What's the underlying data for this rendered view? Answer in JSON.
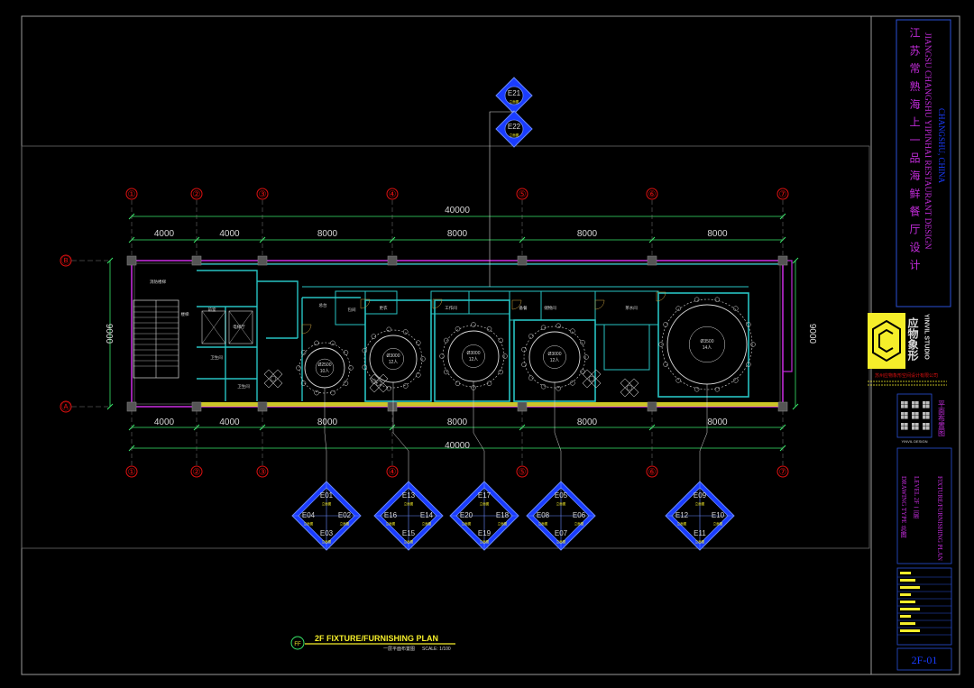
{
  "drawing": {
    "grid_cols": [
      "①",
      "②",
      "③",
      "④",
      "⑤",
      "⑥",
      "⑦"
    ],
    "grid_rows": [
      "Ⓑ",
      "Ⓐ"
    ],
    "overall_dim": "40000",
    "bay_dims": [
      "4000",
      "4000",
      "8000",
      "8000",
      "8000",
      "8000"
    ],
    "depth_dim": "9000",
    "plan_title": "2F  FIXTURE/FURNISHING PLAN",
    "plan_subtitle": "一层平面布置图",
    "plan_scale": "SCALE: 1/100",
    "plan_marker": "FF",
    "rooms": [
      "消防楼梯",
      "前室",
      "电梯厅",
      "卫生间",
      "包间",
      "更衣",
      "工作间",
      "备餐",
      "储物间",
      "茶水间",
      "总台",
      "楼梯",
      "卫生间"
    ],
    "tables": [
      {
        "label": "Ø2500",
        "seats": "10人"
      },
      {
        "label": "Ø3000",
        "seats": "12人"
      },
      {
        "label": "Ø3000",
        "seats": "12人"
      },
      {
        "label": "Ø3000",
        "seats": "12人"
      },
      {
        "label": "Ø3500",
        "seats": "14人"
      }
    ],
    "elev_top": [
      "E21",
      "E22"
    ],
    "elev_groups": [
      {
        "top": "E01",
        "left": "E04",
        "right": "E02",
        "bottom": "E03"
      },
      {
        "top": "E13",
        "left": "E16",
        "right": "E14",
        "bottom": "E15"
      },
      {
        "top": "E17",
        "left": "E20",
        "right": "E18",
        "bottom": "E19"
      },
      {
        "top": "E05",
        "left": "E08",
        "right": "E06",
        "bottom": "E07"
      },
      {
        "top": "E09",
        "left": "E12",
        "right": "E10",
        "bottom": "E11"
      }
    ],
    "elev_sub": "立面图"
  },
  "title_block": {
    "project_cn": "江 苏 常 熟 海 上 一 品 海 鲜 餐 厅 设 计",
    "project_en": "JIANGSU CHANGSHU YIPINHAI RESTAURANT DESIGN",
    "location": "CHANGSHU, CHINA",
    "studio_cn": "应物象形",
    "studio_en": "YINVIL STUDIO",
    "company": "苏州应物象形空间设计有限公司",
    "drawing_type_label": "DRAWING TYPE",
    "drawing_type_value": "总图",
    "level_label": "LEVEL",
    "level_value": "2F 二层",
    "sheet_name_en": "FIXTURE/FURNISHING PLAN",
    "sheet_name_cn": "平面布置图",
    "qr_caption": "YINVIL DESIGN",
    "sheet_no": "2F-01"
  },
  "colors": {
    "bg": "#000000",
    "red": "#e01010",
    "cyan": "#27c3c3",
    "green": "#39e86a",
    "yellow": "#f5ee2a",
    "magenta": "#c02bd8",
    "blue": "#1a3cff",
    "white": "#d8d8d8",
    "gray": "#7d7d7d",
    "orange": "#c8a040"
  }
}
